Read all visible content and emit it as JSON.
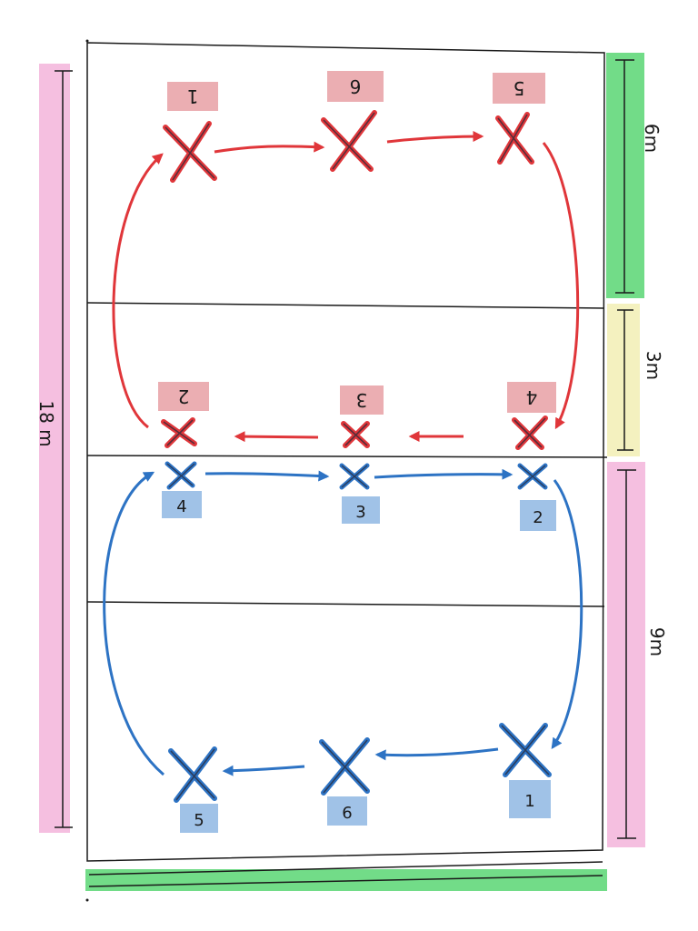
{
  "court": {
    "total_length_label": "18 m",
    "zone_back_label": "6m",
    "attack_zone_label": "3m",
    "half_length_label": "9m"
  },
  "teams": [
    {
      "id": "red",
      "color": "#e0363a",
      "label_bg": "#e8a0a4",
      "rotation_order": [
        1,
        6,
        5,
        4,
        3,
        2
      ],
      "players": [
        {
          "number": "1"
        },
        {
          "number": "6"
        },
        {
          "number": "5"
        },
        {
          "number": "2"
        },
        {
          "number": "3"
        },
        {
          "number": "4"
        }
      ]
    },
    {
      "id": "blue",
      "color": "#2d73c4",
      "label_bg": "#8fb7e3",
      "rotation_order": [
        1,
        6,
        5,
        4,
        3,
        2
      ],
      "players": [
        {
          "number": "4"
        },
        {
          "number": "3"
        },
        {
          "number": "2"
        },
        {
          "number": "5"
        },
        {
          "number": "6"
        },
        {
          "number": "1"
        }
      ]
    }
  ],
  "colors": {
    "court_line": "#1a1a1a",
    "pink_marker": "#f2a9d6",
    "green_marker": "#4fd36a",
    "yellow_marker": "#f3efb8",
    "ink_x": "#2a2a3a"
  }
}
